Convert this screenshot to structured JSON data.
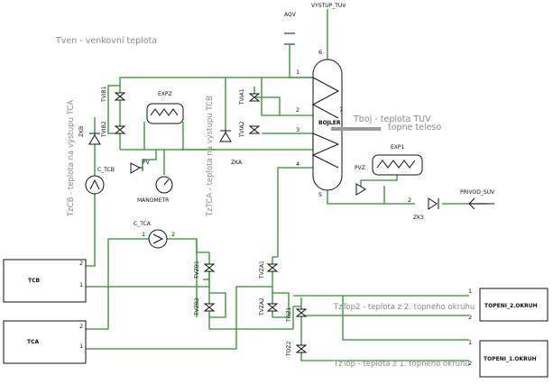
{
  "notes": {
    "tven": "Tven - venkovní teplota",
    "tzcb": "TzCB - teplota na výstupu TCA",
    "tztca": "TzTCA - teplota na výstupu TCB",
    "tboj": "Tboj - teplota TUV",
    "topne_teleso": "topne teleso",
    "tztop2": "TzTop2 - teplota z 2. topneho okruhu",
    "tztop": "TzTop - teplota z 1. topneho okruhu"
  },
  "components": {
    "aqv": "AQV",
    "vystup_tuv": "VYSTUP_TUV",
    "bojler": "BOJLER",
    "expz": "EXPZ",
    "exp1": "EXP1",
    "tvib1": "TVIB1",
    "tvib2": "TVIB2",
    "tvia1": "TVIA1",
    "tvia2": "TVIA2",
    "zkb": "ZKB",
    "zka": "ZKA",
    "zk3": "ZK3",
    "pv": "PV",
    "pvz": "PVZ",
    "manometr": "MANOMETR",
    "c_tcb": "C_TCB",
    "c_tca": "C_TCA",
    "tcb": "TCB",
    "tca": "TCA",
    "tvzb1": "TVZB1",
    "tvzb2": "TVZB2",
    "tvza1": "TVZA1",
    "tvza2": "TVZA2",
    "toz1": "TOZ1",
    "toz2": "TOZ2",
    "topeni_2_okruh": "TOPENI_2.OKRUH",
    "topeni_1_okruh": "TOPENI_1.OKRUH",
    "privod_suv": "PRIVOD_SUV"
  },
  "pins": {
    "p1": "1",
    "p2": "2",
    "p3": "3",
    "p4": "4",
    "p5": "5",
    "p6": "6",
    "p7": "7"
  }
}
